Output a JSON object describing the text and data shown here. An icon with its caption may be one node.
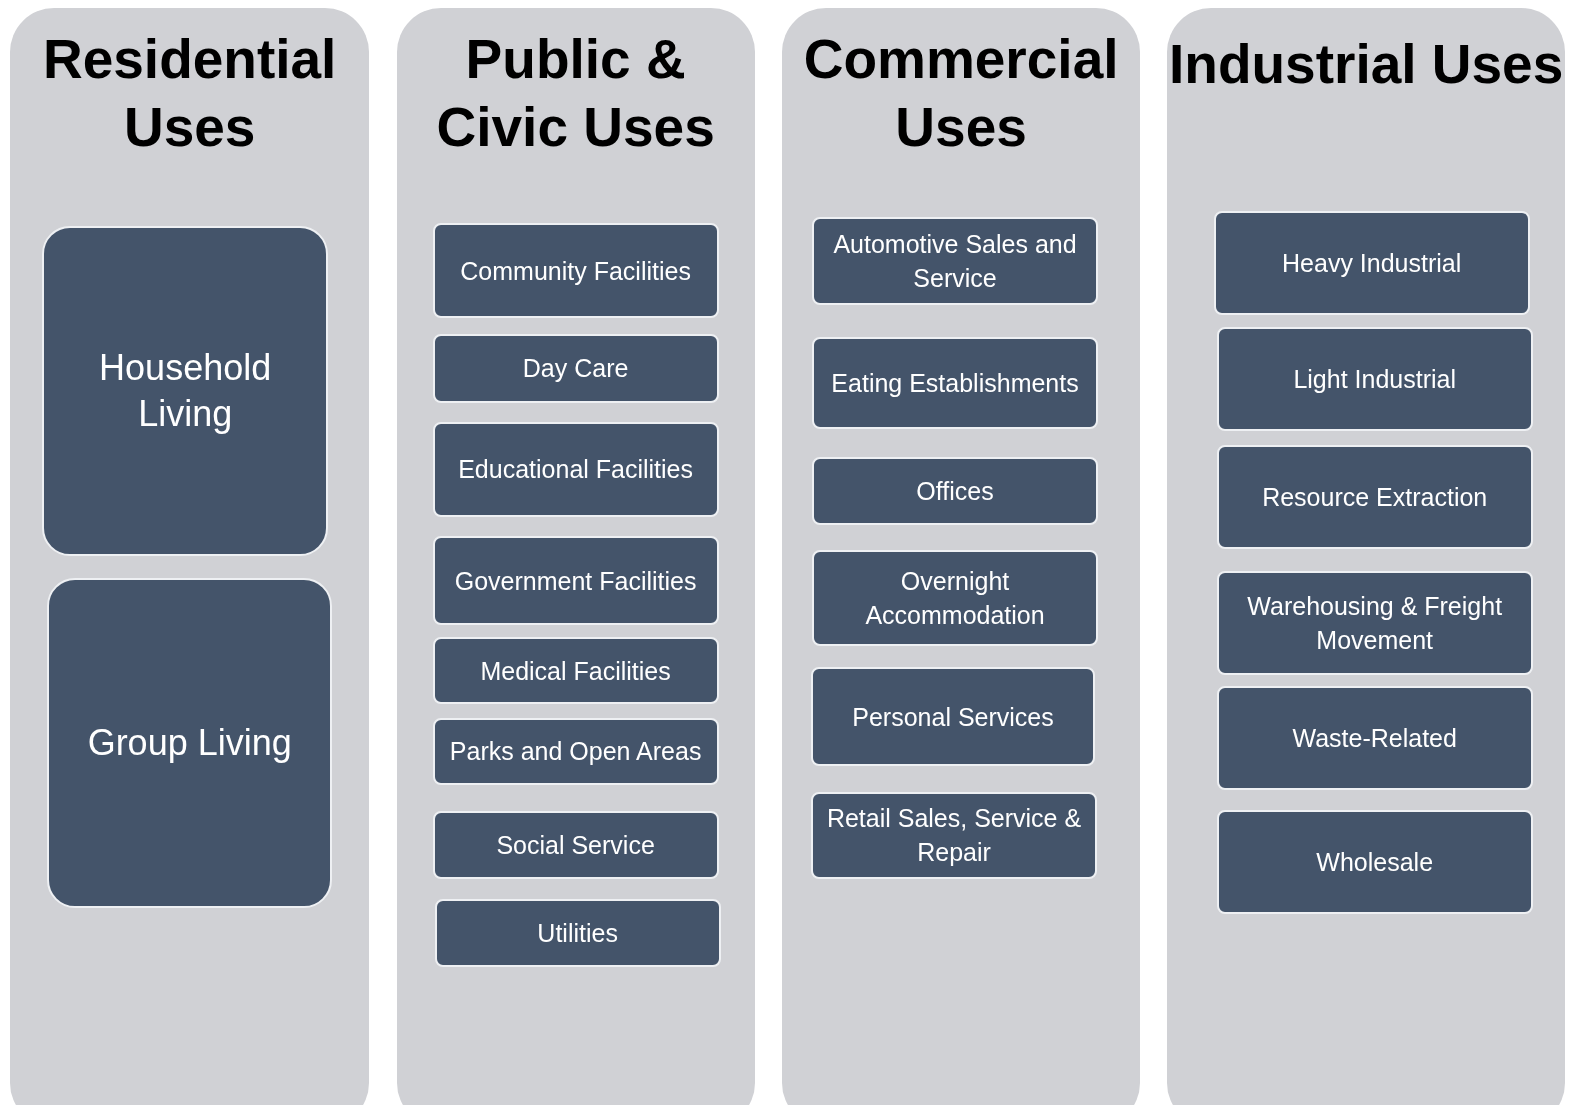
{
  "diagram": {
    "nodes": [
      {
        "text": [
          "Residential Uses"
        ]
      },
      {
        "text": [
          "Household Living"
        ],
        "in": 0
      },
      {
        "text": [
          "Group Living"
        ],
        "in": 0
      },
      {
        "text": [
          "Public & Civic Uses"
        ]
      },
      {
        "text": [
          "Community Facilities"
        ],
        "in": 3
      },
      {
        "text": [
          "Day Care"
        ],
        "in": 3
      },
      {
        "text": [
          "Educational Facilities"
        ],
        "in": 3
      },
      {
        "text": [
          "Government Facilities"
        ],
        "in": 3
      },
      {
        "text": [
          "Medical Facilities"
        ],
        "in": 3
      },
      {
        "text": [
          "Parks and Open Areas"
        ],
        "in": 3
      },
      {
        "text": [
          "Social Service"
        ],
        "in": 3
      },
      {
        "text": [
          "Utilities"
        ],
        "in": 3
      },
      {
        "text": [
          "Commercial Uses"
        ]
      },
      {
        "text": [
          "Automotive Sales and Service"
        ],
        "in": 12
      },
      {
        "text": [
          "Eating Establishments"
        ],
        "in": 12
      },
      {
        "text": [
          "Offices"
        ],
        "in": 12
      },
      {
        "text": [
          "Overnight Accommodation"
        ],
        "in": 12
      },
      {
        "text": [
          "Personal Services"
        ],
        "in": 12
      },
      {
        "text": [
          "Retail Sales, Service & Repair"
        ],
        "in": 12
      },
      {
        "text": [
          "Industrial Uses"
        ]
      },
      {
        "text": [
          "Heavy Industrial"
        ],
        "in": 19
      },
      {
        "text": [
          "Light Industrial"
        ],
        "in": 19
      },
      {
        "text": [
          "Resource Extraction"
        ],
        "in": 19
      },
      {
        "text": [
          "Warehousing & Freight Movement"
        ],
        "in": 19
      },
      {
        "text": [
          "Waste-Related"
        ],
        "in": 19
      },
      {
        "text": [
          "Wholesale"
        ],
        "in": 19
      }
    ],
    "edges": []
  }
}
